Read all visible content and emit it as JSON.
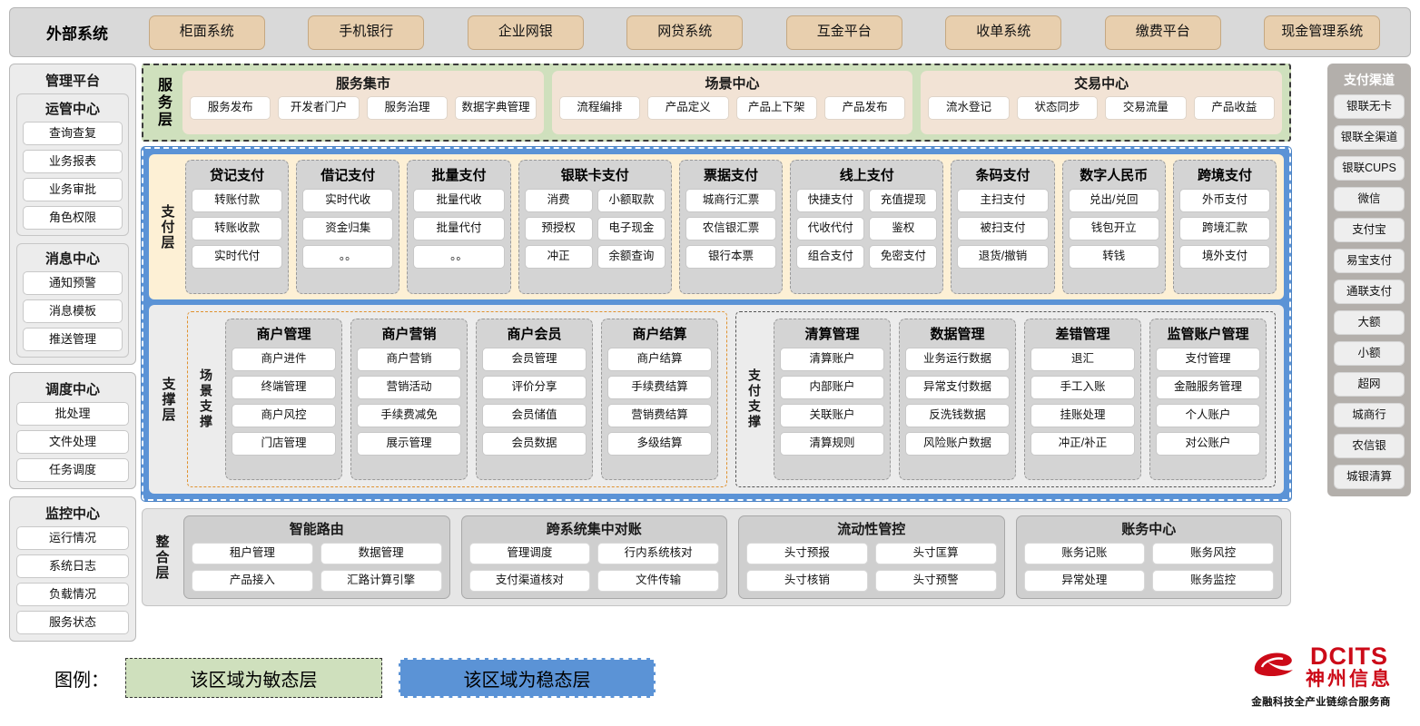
{
  "external": {
    "title": "外部系统",
    "items": [
      "柜面系统",
      "手机银行",
      "企业网银",
      "网贷系统",
      "互金平台",
      "收单系统",
      "缴费平台",
      "现金管理系统"
    ]
  },
  "left_sidebar": {
    "title": "管理平台",
    "groups": [
      {
        "title": "运管中心",
        "items": [
          "查询查复",
          "业务报表",
          "业务审批",
          "角色权限"
        ]
      },
      {
        "title": "消息中心",
        "items": [
          "通知预警",
          "消息模板",
          "推送管理"
        ]
      }
    ],
    "standalone": [
      {
        "title": "调度中心",
        "items": [
          "批处理",
          "文件处理",
          "任务调度"
        ]
      },
      {
        "title": "监控中心",
        "items": [
          "运行情况",
          "系统日志",
          "负载情况",
          "服务状态"
        ]
      }
    ]
  },
  "right_sidebar": {
    "title": "支付渠道",
    "items": [
      "银联无卡",
      "银联全渠道",
      "银联CUPS",
      "微信",
      "支付宝",
      "易宝支付",
      "通联支付",
      "大额",
      "小额",
      "超网",
      "城商行",
      "农信银",
      "城银清算"
    ]
  },
  "service_layer": {
    "label": "服务层",
    "groups": [
      {
        "title": "服务集市",
        "items": [
          "服务发布",
          "开发者门户",
          "服务治理",
          "数据字典管理"
        ]
      },
      {
        "title": "场景中心",
        "items": [
          "流程编排",
          "产品定义",
          "产品上下架",
          "产品发布"
        ]
      },
      {
        "title": "交易中心",
        "items": [
          "流水登记",
          "状态同步",
          "交易流量",
          "产品收益"
        ]
      }
    ]
  },
  "payment_layer": {
    "label": "支付层",
    "groups": [
      {
        "title": "贷记支付",
        "cols": 1,
        "items": [
          "转账付款",
          "转账收款",
          "实时代付"
        ]
      },
      {
        "title": "借记支付",
        "cols": 1,
        "items": [
          "实时代收",
          "资金归集",
          "。。"
        ]
      },
      {
        "title": "批量支付",
        "cols": 1,
        "items": [
          "批量代收",
          "批量代付",
          "。。"
        ]
      },
      {
        "title": "银联卡支付",
        "cols": 2,
        "items": [
          "消费",
          "小额取款",
          "预授权",
          "电子现金",
          "冲正",
          "余额查询"
        ]
      },
      {
        "title": "票据支付",
        "cols": 1,
        "items": [
          "城商行汇票",
          "农信银汇票",
          "银行本票"
        ]
      },
      {
        "title": "线上支付",
        "cols": 2,
        "items": [
          "快捷支付",
          "充值提现",
          "代收代付",
          "鉴权",
          "组合支付",
          "免密支付"
        ]
      },
      {
        "title": "条码支付",
        "cols": 1,
        "items": [
          "主扫支付",
          "被扫支付",
          "退货/撤销"
        ]
      },
      {
        "title": "数字人民币",
        "cols": 1,
        "items": [
          "兑出/兑回",
          "钱包开立",
          "转钱"
        ]
      },
      {
        "title": "跨境支付",
        "cols": 1,
        "items": [
          "外币支付",
          "跨境汇款",
          "境外支付"
        ]
      }
    ]
  },
  "support_layer": {
    "label": "支撑层",
    "zones": [
      {
        "label": "场景支撑",
        "groups": [
          {
            "title": "商户管理",
            "items": [
              "商户进件",
              "终端管理",
              "商户风控",
              "门店管理"
            ]
          },
          {
            "title": "商户营销",
            "items": [
              "商户营销",
              "营销活动",
              "手续费减免",
              "展示管理"
            ]
          },
          {
            "title": "商户会员",
            "items": [
              "会员管理",
              "评价分享",
              "会员储值",
              "会员数据"
            ]
          },
          {
            "title": "商户结算",
            "items": [
              "商户结算",
              "手续费结算",
              "营销费结算",
              "多级结算"
            ]
          }
        ]
      },
      {
        "label": "支付支撑",
        "groups": [
          {
            "title": "清算管理",
            "items": [
              "清算账户",
              "内部账户",
              "关联账户",
              "清算规则"
            ]
          },
          {
            "title": "数据管理",
            "items": [
              "业务运行数据",
              "异常支付数据",
              "反洗钱数据",
              "风险账户数据"
            ]
          },
          {
            "title": "差错管理",
            "items": [
              "退汇",
              "手工入账",
              "挂账处理",
              "冲正/补正"
            ]
          },
          {
            "title": "监管账户管理",
            "items": [
              "支付管理",
              "金融服务管理",
              "个人账户",
              "对公账户"
            ]
          }
        ]
      }
    ]
  },
  "integration_layer": {
    "label": "整合层",
    "groups": [
      {
        "title": "智能路由",
        "items": [
          "租户管理",
          "数据管理",
          "产品接入",
          "汇路计算引擎"
        ]
      },
      {
        "title": "跨系统集中对账",
        "items": [
          "管理调度",
          "行内系统核对",
          "支付渠道核对",
          "文件传输"
        ]
      },
      {
        "title": "流动性管控",
        "items": [
          "头寸预报",
          "头寸匡算",
          "头寸核销",
          "头寸预警"
        ]
      },
      {
        "title": "账务中心",
        "items": [
          "账务记账",
          "账务风控",
          "异常处理",
          "账务监控"
        ]
      }
    ]
  },
  "legend": {
    "label": "图例：",
    "agile": "该区域为敏态层",
    "stable": "该区域为稳态层"
  },
  "logo": {
    "brand_en": "DCITS",
    "brand_cn": "神州信息",
    "tagline": "金融科技全产业链综合服务商"
  },
  "colors": {
    "external_chip": "#e8cfae",
    "agile_green": "#cfe0bd",
    "stable_blue": "#5b93d6",
    "payment_cream": "#fdf0d5",
    "group_gray": "#d4d4d4",
    "brand_red": "#cc0a18"
  }
}
